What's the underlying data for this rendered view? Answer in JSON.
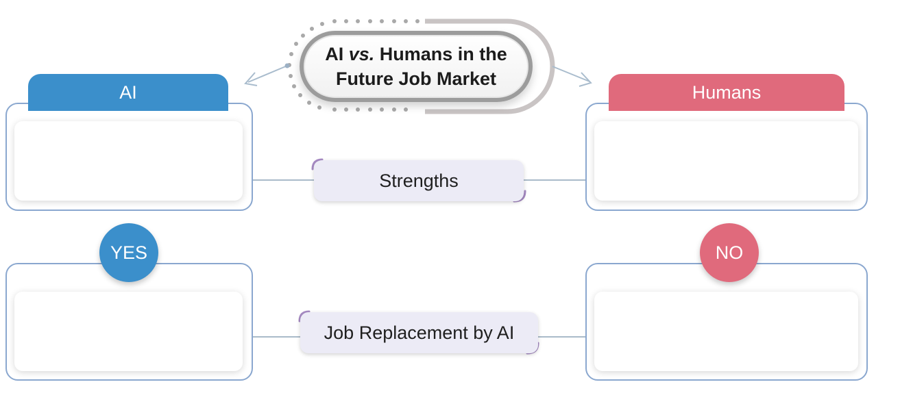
{
  "title": {
    "prefix": "AI ",
    "emphasis": "vs.",
    "suffix_line1": " Humans in the",
    "line2": "Future Job Market"
  },
  "tabs": {
    "left": "AI",
    "right": "Humans"
  },
  "rows": {
    "strengths_label": "Strengths",
    "replacement_label": "Job Replacement by AI"
  },
  "badges": {
    "yes": "YES",
    "no": "NO"
  },
  "colors": {
    "ai_blue": "#3b8fcb",
    "human_red": "#e06a7c",
    "card_border": "#8aa7cf",
    "label_bg": "#ecebf6",
    "accent_purple": "#a78bc4"
  }
}
